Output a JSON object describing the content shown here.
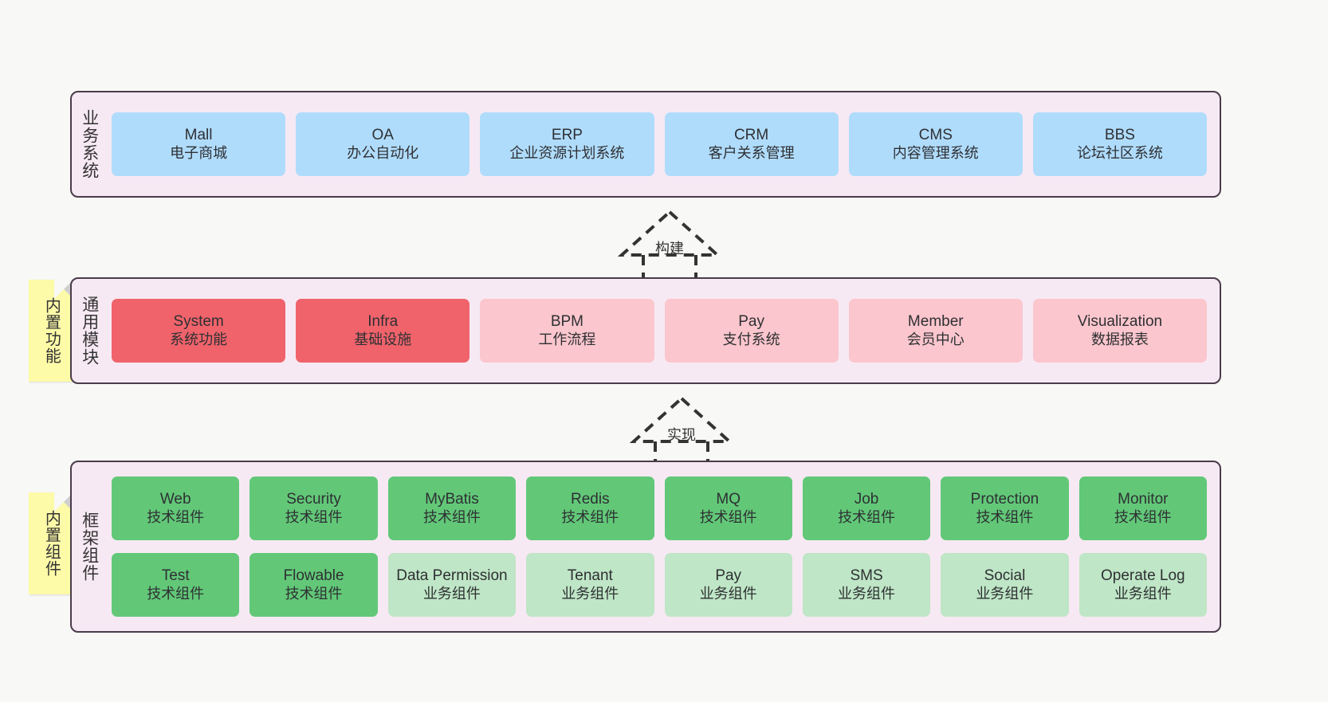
{
  "diagram": {
    "background_color": "#f8f8f6",
    "panel_bg": "#f7e9f3",
    "panel_border": "#4a3c4a",
    "note_color": "#fdfaa8",
    "colors": {
      "business": "#b0dcfc",
      "module_active": "#f0636b",
      "module_plain": "#fbc6cd",
      "tech_component": "#62c878",
      "biz_component": "#bfe6c6"
    }
  },
  "layers": {
    "business": {
      "label": "业务系统",
      "cards": [
        {
          "title": "Mall",
          "subtitle": "电子商城"
        },
        {
          "title": "OA",
          "subtitle": "办公自动化"
        },
        {
          "title": "ERP",
          "subtitle": "企业资源计划系统"
        },
        {
          "title": "CRM",
          "subtitle": "客户关系管理"
        },
        {
          "title": "CMS",
          "subtitle": "内容管理系统"
        },
        {
          "title": "BBS",
          "subtitle": "论坛社区系统"
        }
      ]
    },
    "common": {
      "label": "通用模块",
      "note": "内置功能",
      "cards": [
        {
          "title": "System",
          "subtitle": "系统功能",
          "style": "red"
        },
        {
          "title": "Infra",
          "subtitle": "基础设施",
          "style": "red"
        },
        {
          "title": "BPM",
          "subtitle": "工作流程",
          "style": "pink"
        },
        {
          "title": "Pay",
          "subtitle": "支付系统",
          "style": "pink"
        },
        {
          "title": "Member",
          "subtitle": "会员中心",
          "style": "pink"
        },
        {
          "title": "Visualization",
          "subtitle": "数据报表",
          "style": "pink"
        }
      ]
    },
    "framework": {
      "label": "框架组件",
      "note": "内置组件",
      "row1": [
        {
          "title": "Web",
          "subtitle": "技术组件"
        },
        {
          "title": "Security",
          "subtitle": "技术组件"
        },
        {
          "title": "MyBatis",
          "subtitle": "技术组件"
        },
        {
          "title": "Redis",
          "subtitle": "技术组件"
        },
        {
          "title": "MQ",
          "subtitle": "技术组件"
        },
        {
          "title": "Job",
          "subtitle": "技术组件"
        },
        {
          "title": "Protection",
          "subtitle": "技术组件"
        },
        {
          "title": "Monitor",
          "subtitle": "技术组件"
        }
      ],
      "row2": [
        {
          "title": "Test",
          "subtitle": "技术组件",
          "style": "green"
        },
        {
          "title": "Flowable",
          "subtitle": "技术组件",
          "style": "green"
        },
        {
          "title": "Data Permission",
          "subtitle": "业务组件",
          "style": "green-light"
        },
        {
          "title": "Tenant",
          "subtitle": "业务组件",
          "style": "green-light"
        },
        {
          "title": "Pay",
          "subtitle": "业务组件",
          "style": "green-light"
        },
        {
          "title": "SMS",
          "subtitle": "业务组件",
          "style": "green-light"
        },
        {
          "title": "Social",
          "subtitle": "业务组件",
          "style": "green-light"
        },
        {
          "title": "Operate Log",
          "subtitle": "业务组件",
          "style": "green-light"
        }
      ]
    }
  },
  "connectors": [
    {
      "label": "构建",
      "from": "common",
      "to": "business"
    },
    {
      "label": "实现",
      "from": "framework",
      "to": "common"
    }
  ]
}
